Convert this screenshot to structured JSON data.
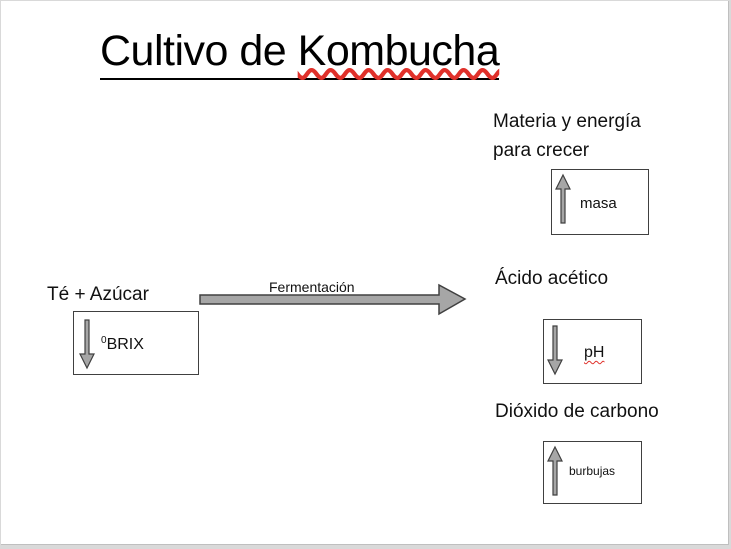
{
  "slide": {
    "title_part1": "Cultivo de ",
    "title_part2": "Kombucha"
  },
  "input": {
    "label": "Té + Azúcar",
    "indicator_sup": "0",
    "indicator_text": "BRIX",
    "trend": "down"
  },
  "process": {
    "label": "Fermentación"
  },
  "outputs": [
    {
      "label_line1": "Materia y energía",
      "label_line2": "para crecer",
      "indicator": "masa",
      "trend": "up"
    },
    {
      "label_line1": "Ácido acético",
      "indicator": "pH",
      "trend": "down"
    },
    {
      "label_line1": "Dióxido de carbono",
      "indicator": "burbujas",
      "trend": "up"
    }
  ],
  "colors": {
    "arrow_fill": "#a6a6a6",
    "arrow_stroke": "#404040",
    "spellcheck": "#e0302a"
  }
}
